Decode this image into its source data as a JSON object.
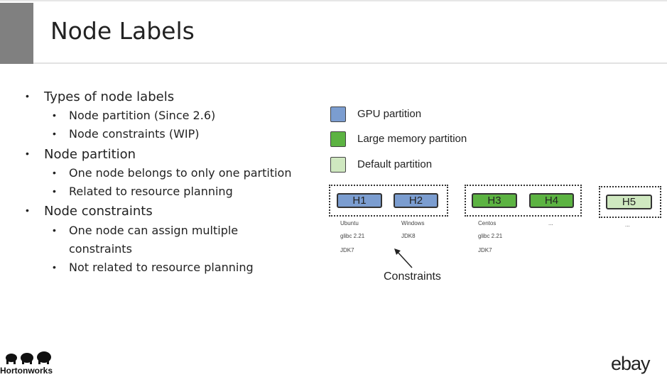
{
  "title": "Node Labels",
  "bullets": [
    {
      "level": 1,
      "text": "Types of node labels"
    },
    {
      "level": 2,
      "text": "Node partition (Since 2.6)"
    },
    {
      "level": 2,
      "text": "Node constraints (WIP)"
    },
    {
      "level": 1,
      "text": "Node partition"
    },
    {
      "level": 2,
      "text": "One node belongs to only one partition"
    },
    {
      "level": 2,
      "text": "Related to resource planning"
    },
    {
      "level": 1,
      "text": "Node constraints"
    },
    {
      "level": 2,
      "text": "One node can assign multiple"
    },
    {
      "level": 2,
      "text": "constraints"
    },
    {
      "level": 2,
      "text": "Not related to resource planning"
    }
  ],
  "legend": [
    {
      "label": "GPU partition",
      "color": "#7b9dd0"
    },
    {
      "label": "Large memory partition",
      "color": "#5cb342"
    },
    {
      "label": "Default partition",
      "color": "#cfe8c0"
    }
  ],
  "nodes": [
    {
      "name": "H1",
      "color": "#7b9dd0",
      "constraints": [
        "Ubuntu",
        "glibc 2.21",
        "JDK7"
      ]
    },
    {
      "name": "H2",
      "color": "#7b9dd0",
      "constraints": [
        "Windows",
        "JDK8"
      ]
    },
    {
      "name": "H3",
      "color": "#5cb342",
      "constraints": [
        "Centos",
        "glibc 2.21",
        "JDK7"
      ]
    },
    {
      "name": "H4",
      "color": "#5cb342",
      "constraints": [
        "..."
      ]
    },
    {
      "name": "H5",
      "color": "#cfe8c0",
      "constraints": [
        "..."
      ]
    }
  ],
  "annotation": "Constraints",
  "logos": {
    "left": "Hortonworks",
    "right": "ebay"
  }
}
